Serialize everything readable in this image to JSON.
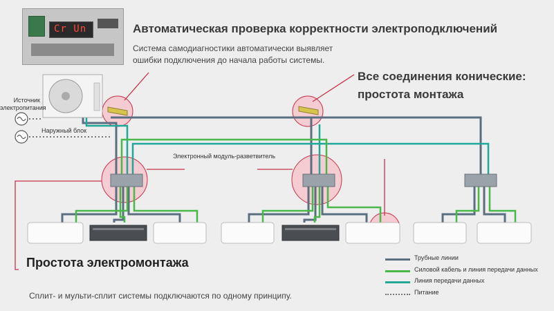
{
  "header": {
    "title": "Автоматическая проверка корректности электроподключений",
    "subtitle": "Система самодиагностики автоматически выявляет ошибки подключения до начала работы системы."
  },
  "callout_conic": "Все соединения конические: простота монтажа",
  "labels": {
    "power_source": "Источник электропитания",
    "outdoor_unit": "Наружный блок",
    "splitter_module": "Электронный модуль-разветвитель",
    "display_code": "Cr Un"
  },
  "wiring_title": "Простота электромонтажа",
  "footer": "Сплит- и мульти-сплит системы подключаются по одному принципу.",
  "legend": [
    {
      "label": "Трубные линии",
      "color": "#5a6e80",
      "style": "solid"
    },
    {
      "label": "Силовой кабель и линия передачи данных",
      "color": "#48b848",
      "style": "solid"
    },
    {
      "label": "Линия передачи данных",
      "color": "#1fa898",
      "style": "solid"
    },
    {
      "label": "Питание",
      "color": "#777777",
      "style": "dotted"
    }
  ],
  "colors": {
    "pipe": "#5a6e80",
    "power_data": "#48b848",
    "data": "#1fa898",
    "highlight_circle": "#f2b8bf",
    "highlight_stroke": "#c8324a"
  }
}
